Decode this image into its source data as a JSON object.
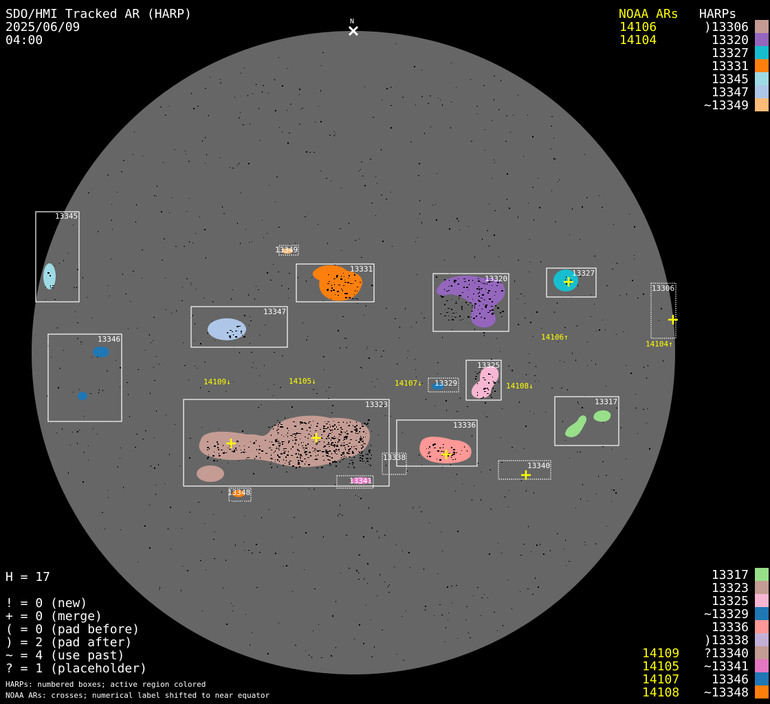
{
  "header": {
    "title": "SDO/HMI Tracked AR (HARP)",
    "date": "2025/06/09",
    "time": "04:00"
  },
  "north_label": "N",
  "legend_top": {
    "noaa_title": "NOAA ARs",
    "harp_title": "HARPs",
    "noaa": [
      "14106",
      "14104"
    ],
    "harps": [
      {
        "label": ")13306",
        "color": "#c49c94"
      },
      {
        "label": "13320",
        "color": "#9467bd"
      },
      {
        "label": "13327",
        "color": "#17becf"
      },
      {
        "label": "13331",
        "color": "#ff7f0e"
      },
      {
        "label": "13345",
        "color": "#9edae5"
      },
      {
        "label": "13347",
        "color": "#aec7e8"
      },
      {
        "label": "~13349",
        "color": "#ffbb78"
      }
    ]
  },
  "legend_bottom": {
    "noaa": [
      "14109",
      "14105",
      "14107",
      "14108"
    ],
    "harps": [
      {
        "label": "13317",
        "color": "#98df8a"
      },
      {
        "label": "13323",
        "color": "#c49c94"
      },
      {
        "label": "13325",
        "color": "#f7b6d2"
      },
      {
        "label": "~13329",
        "color": "#1f77b4"
      },
      {
        "label": "13336",
        "color": "#ff9896"
      },
      {
        "label": ")13338",
        "color": "#c5b0d5"
      },
      {
        "label": "?13340",
        "color": "#c49c94"
      },
      {
        "label": "~13341",
        "color": "#e377c2"
      },
      {
        "label": "13346",
        "color": "#1f77b4"
      },
      {
        "label": "~13348",
        "color": "#ff7f0e"
      }
    ]
  },
  "stats": {
    "h": "H = 17",
    "lines": [
      "! = 0 (new)",
      "+ = 0 (merge)",
      "( = 0 (pad before)",
      ") = 2 (pad after)",
      "~ = 4 (use past)",
      "? = 1 (placeholder)"
    ],
    "note1": "HARPs: numbered boxes; active region colored",
    "note2": "NOAA ARs: crosses; numerical label shifted to near equator"
  },
  "disk": {
    "harp_labels": {
      "h13345": "13345",
      "h13349": "13349",
      "h13331": "13331",
      "h13347": "13347",
      "h13320": "13320",
      "h13327": "13327",
      "h13306": "13306",
      "h13346": "13346",
      "h13329": "13329",
      "h13325": "13325",
      "h13323": "13323",
      "h13336": "13336",
      "h13338": "13338",
      "h13341": "13341",
      "h13348": "13348",
      "h13340": "13340",
      "h13317": "13317"
    },
    "noaa_labels": {
      "n14106": "14106↑",
      "n14104": "14104↑",
      "n14109": "14109↓",
      "n14105": "14105↓",
      "n14107": "14107↓",
      "n14108": "14108↓"
    }
  }
}
